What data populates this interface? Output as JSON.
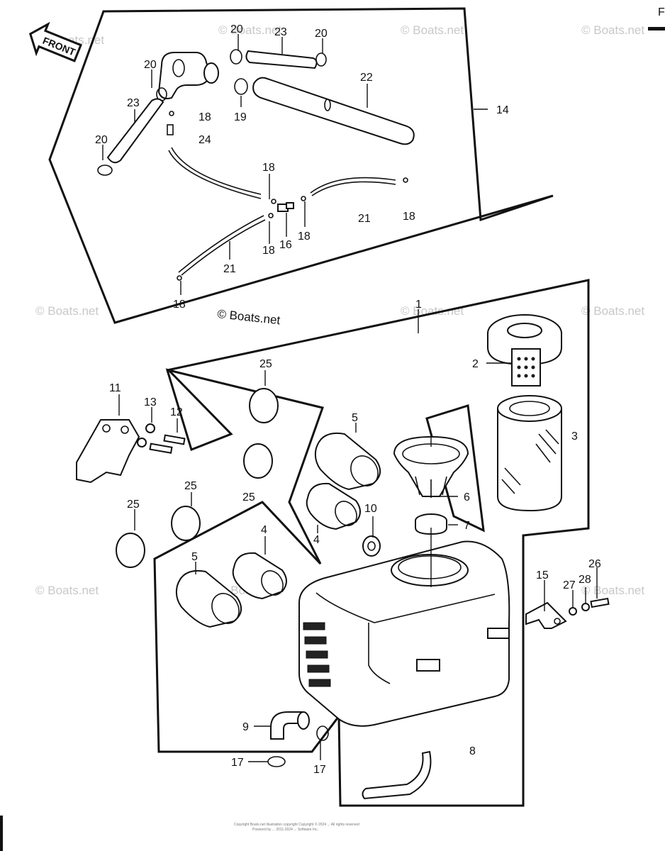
{
  "header": {
    "corner_label": "F"
  },
  "front_arrow": {
    "label": "FRONT"
  },
  "watermark": {
    "text": "© Boats.net"
  },
  "watermark_main": {
    "text": "© Boats.net"
  },
  "footer": {
    "line1": "Copyright Boats.net   Illustration copyright   Copyright © 2024 ...   All rights reserved",
    "line2": "Powered by ... 2011-2024 ... Software Inc."
  },
  "callouts": {
    "c1": "1",
    "c2": "2",
    "c3": "3",
    "c4a": "4",
    "c4b": "4",
    "c5a": "5",
    "c5b": "5",
    "c6": "6",
    "c7": "7",
    "c8": "8",
    "c9": "9",
    "c10": "10",
    "c11": "11",
    "c12": "12",
    "c13": "13",
    "c14": "14",
    "c15": "15",
    "c16": "16",
    "c17a": "17",
    "c17b": "17",
    "c18a": "18",
    "c18b": "18",
    "c18c": "18",
    "c18d": "18",
    "c18e": "18",
    "c18f": "18",
    "c19": "19",
    "c20a": "20",
    "c20b": "20",
    "c20c": "20",
    "c20d": "20",
    "c21a": "21",
    "c21b": "21",
    "c22": "22",
    "c23a": "23",
    "c23b": "23",
    "c24": "24",
    "c25a": "25",
    "c25b": "25",
    "c25c": "25",
    "c25d": "25",
    "c26": "26",
    "c27": "27",
    "c28": "28"
  }
}
